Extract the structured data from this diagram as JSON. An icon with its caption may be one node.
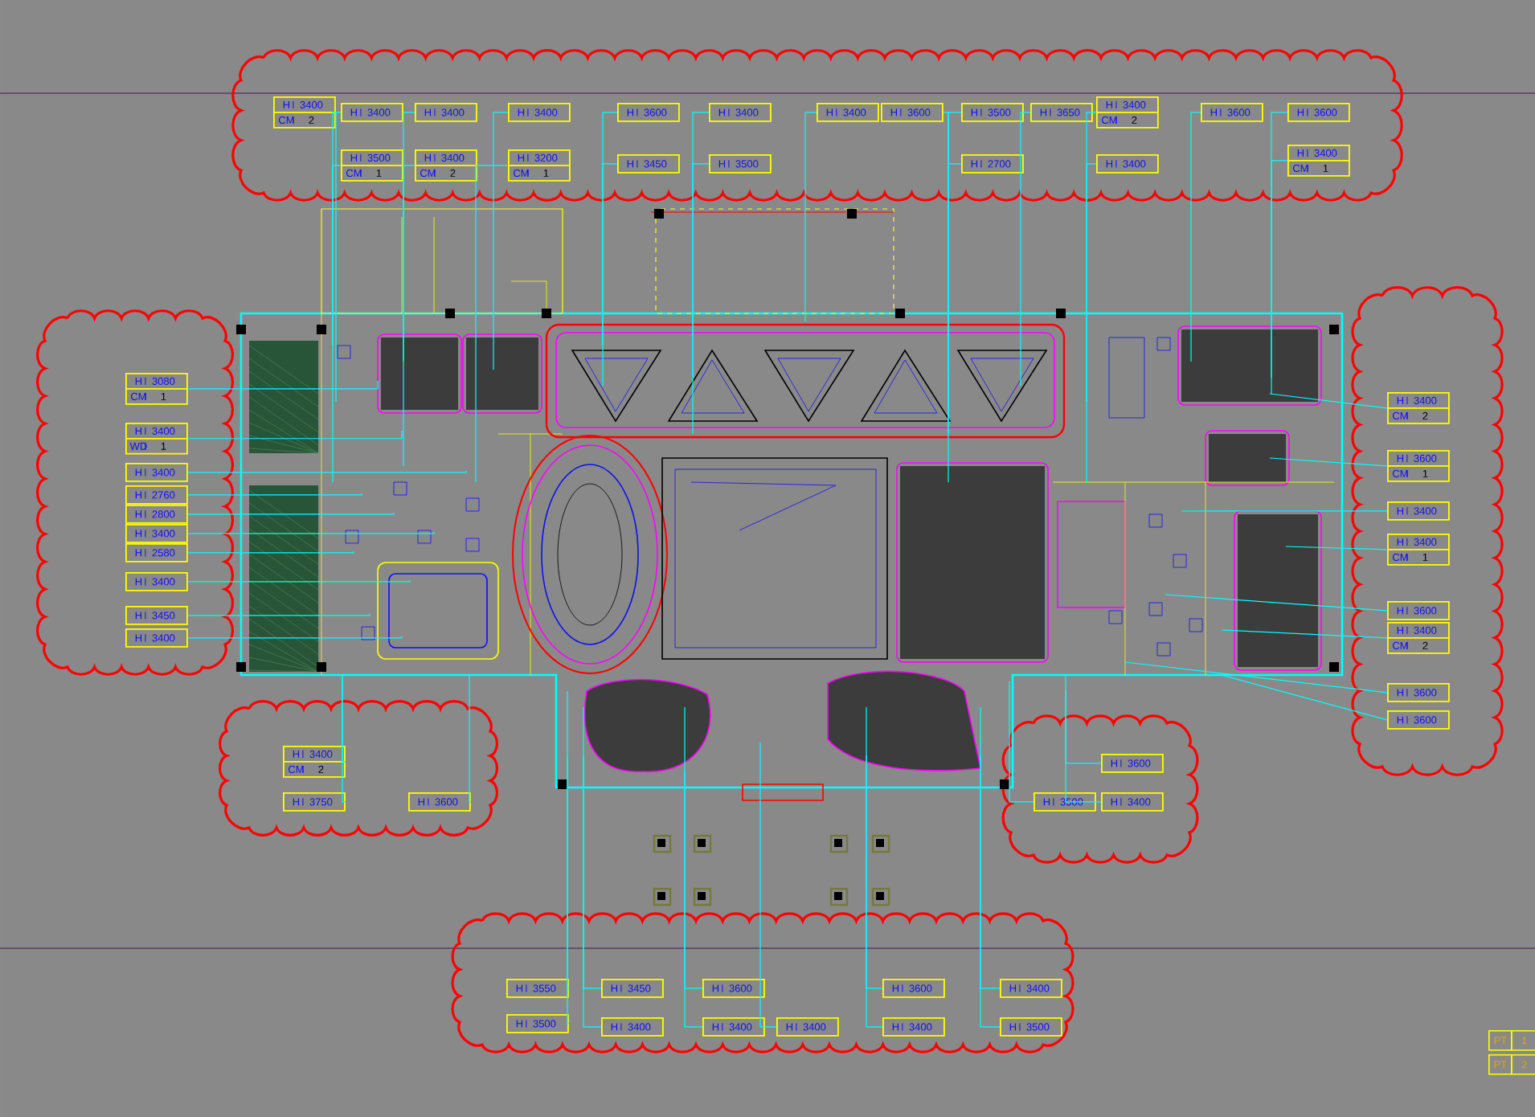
{
  "diagram": {
    "nodes": [
      {
        "text": [
          "H",
          "3400",
          "CM",
          "2"
        ]
      },
      {
        "text": [
          "H",
          "3400"
        ]
      },
      {
        "text": [
          "H",
          "3500",
          "CM",
          "1"
        ]
      },
      {
        "text": [
          "H",
          "3400"
        ]
      },
      {
        "text": [
          "H",
          "3400",
          "CM",
          "2"
        ]
      },
      {
        "text": [
          "H",
          "3400"
        ]
      },
      {
        "text": [
          "H",
          "3200",
          "CM",
          "1"
        ]
      },
      {
        "text": [
          "H",
          "3600"
        ]
      },
      {
        "text": [
          "H",
          "3450"
        ]
      },
      {
        "text": [
          "H",
          "3400"
        ]
      },
      {
        "text": [
          "H",
          "3500"
        ]
      },
      {
        "text": [
          "H",
          "3400"
        ]
      },
      {
        "text": [
          "H",
          "3600"
        ]
      },
      {
        "text": [
          "H",
          "3500"
        ]
      },
      {
        "text": [
          "H",
          "2700"
        ]
      },
      {
        "text": [
          "H",
          "3650"
        ]
      },
      {
        "text": [
          "H",
          "3400",
          "CM",
          "2"
        ]
      },
      {
        "text": [
          "H",
          "3400"
        ]
      },
      {
        "text": [
          "H",
          "3600"
        ]
      },
      {
        "text": [
          "H",
          "3600"
        ]
      },
      {
        "text": [
          "H",
          "3400",
          "CM",
          "1"
        ]
      },
      {
        "text": [
          "H",
          "3080",
          "CM",
          "1"
        ]
      },
      {
        "text": [
          "H",
          "3400",
          "WD",
          "1"
        ]
      },
      {
        "text": [
          "H",
          "3400"
        ]
      },
      {
        "text": [
          "H",
          "2760"
        ]
      },
      {
        "text": [
          "H",
          "2800"
        ]
      },
      {
        "text": [
          "H",
          "3400"
        ]
      },
      {
        "text": [
          "H",
          "2580"
        ]
      },
      {
        "text": [
          "H",
          "3400"
        ]
      },
      {
        "text": [
          "H",
          "3450"
        ]
      },
      {
        "text": [
          "H",
          "3400"
        ]
      },
      {
        "text": [
          "H",
          "3400",
          "CM",
          "2"
        ]
      },
      {
        "text": [
          "H",
          "3600",
          "CM",
          "1"
        ]
      },
      {
        "text": [
          "H",
          "3400"
        ]
      },
      {
        "text": [
          "H",
          "3400",
          "CM",
          "1"
        ]
      },
      {
        "text": [
          "H",
          "3600"
        ]
      },
      {
        "text": [
          "H",
          "3400",
          "CM",
          "2"
        ]
      },
      {
        "text": [
          "H",
          "3600"
        ]
      },
      {
        "text": [
          "H",
          "3600"
        ]
      },
      {
        "text": [
          "H",
          "3400",
          "CM",
          "2"
        ]
      },
      {
        "text": [
          "H",
          "3750"
        ]
      },
      {
        "text": [
          "H",
          "3600"
        ]
      },
      {
        "text": [
          "H",
          "3600"
        ]
      },
      {
        "text": [
          "H",
          "3500"
        ]
      },
      {
        "text": [
          "H",
          "3400"
        ]
      },
      {
        "text": [
          "H",
          "3550"
        ]
      },
      {
        "text": [
          "H",
          "3450"
        ]
      },
      {
        "text": [
          "H",
          "3600"
        ]
      },
      {
        "text": [
          "H",
          "3600"
        ]
      },
      {
        "text": [
          "H",
          "3400"
        ]
      },
      {
        "text": [
          "H",
          "3500"
        ]
      },
      {
        "text": [
          "H",
          "3400"
        ]
      },
      {
        "text": [
          "H",
          "3400"
        ]
      },
      {
        "text": [
          "H",
          "3400"
        ]
      },
      {
        "text": [
          "H",
          "3400"
        ]
      },
      {
        "text": [
          "H",
          "3500"
        ]
      }
    ],
    "edges": [
      {
        "from": 0,
        "to": null,
        "arrow": "none"
      },
      {
        "from": 1,
        "to": null,
        "arrow": "none"
      },
      {
        "from": 2,
        "to": null,
        "arrow": "none"
      },
      {
        "from": 3,
        "to": null,
        "arrow": "none"
      },
      {
        "from": 4,
        "to": null,
        "arrow": "none"
      },
      {
        "from": 5,
        "to": null,
        "arrow": "none"
      },
      {
        "from": 6,
        "to": null,
        "arrow": "none"
      },
      {
        "from": 7,
        "to": null,
        "arrow": "none"
      },
      {
        "from": 8,
        "to": null,
        "arrow": "none"
      },
      {
        "from": 9,
        "to": null,
        "arrow": "none"
      },
      {
        "from": 10,
        "to": null,
        "arrow": "none"
      },
      {
        "from": 11,
        "to": null,
        "arrow": "none"
      },
      {
        "from": 12,
        "to": null,
        "arrow": "none"
      },
      {
        "from": 13,
        "to": null,
        "arrow": "none"
      },
      {
        "from": 14,
        "to": null,
        "arrow": "none"
      },
      {
        "from": 15,
        "to": null,
        "arrow": "none"
      },
      {
        "from": 16,
        "to": null,
        "arrow": "none"
      },
      {
        "from": 17,
        "to": null,
        "arrow": "none"
      },
      {
        "from": 18,
        "to": null,
        "arrow": "none"
      },
      {
        "from": 19,
        "to": null,
        "arrow": "none"
      },
      {
        "from": 20,
        "to": null,
        "arrow": "none"
      },
      {
        "from": 21,
        "to": null,
        "arrow": "none"
      },
      {
        "from": 22,
        "to": null,
        "arrow": "none"
      },
      {
        "from": 23,
        "to": null,
        "arrow": "none"
      },
      {
        "from": 24,
        "to": null,
        "arrow": "none"
      },
      {
        "from": 25,
        "to": null,
        "arrow": "none"
      },
      {
        "from": 26,
        "to": null,
        "arrow": "none"
      },
      {
        "from": 27,
        "to": null,
        "arrow": "none"
      },
      {
        "from": 28,
        "to": null,
        "arrow": "none"
      },
      {
        "from": 29,
        "to": null,
        "arrow": "none"
      },
      {
        "from": 30,
        "to": null,
        "arrow": "none"
      },
      {
        "from": 31,
        "to": null,
        "arrow": "none"
      },
      {
        "from": 32,
        "to": null,
        "arrow": "none"
      },
      {
        "from": 33,
        "to": null,
        "arrow": "none"
      },
      {
        "from": 34,
        "to": null,
        "arrow": "none"
      },
      {
        "from": 35,
        "to": null,
        "arrow": "none"
      },
      {
        "from": 36,
        "to": null,
        "arrow": "none"
      },
      {
        "from": 37,
        "to": null,
        "arrow": "none"
      },
      {
        "from": 38,
        "to": null,
        "arrow": "none"
      },
      {
        "from": 39,
        "to": null,
        "arrow": "none"
      },
      {
        "from": 40,
        "to": null,
        "arrow": "none"
      },
      {
        "from": 41,
        "to": null,
        "arrow": "none"
      },
      {
        "from": 42,
        "to": null,
        "arrow": "none"
      },
      {
        "from": 43,
        "to": null,
        "arrow": "none"
      },
      {
        "from": 44,
        "to": null,
        "arrow": "none"
      },
      {
        "from": 45,
        "to": null,
        "arrow": "none"
      },
      {
        "from": 46,
        "to": null,
        "arrow": "none"
      },
      {
        "from": 47,
        "to": null,
        "arrow": "none"
      },
      {
        "from": 48,
        "to": null,
        "arrow": "none"
      },
      {
        "from": 49,
        "to": null,
        "arrow": "none"
      },
      {
        "from": 50,
        "to": null,
        "arrow": "none"
      },
      {
        "from": 51,
        "to": null,
        "arrow": "none"
      },
      {
        "from": 52,
        "to": null,
        "arrow": "none"
      },
      {
        "from": 53,
        "to": null,
        "arrow": "none"
      },
      {
        "from": 54,
        "to": null,
        "arrow": "none"
      },
      {
        "from": 55,
        "to": null,
        "arrow": "none"
      }
    ],
    "labels": [
      "PT",
      "1",
      "PT",
      "2"
    ]
  }
}
